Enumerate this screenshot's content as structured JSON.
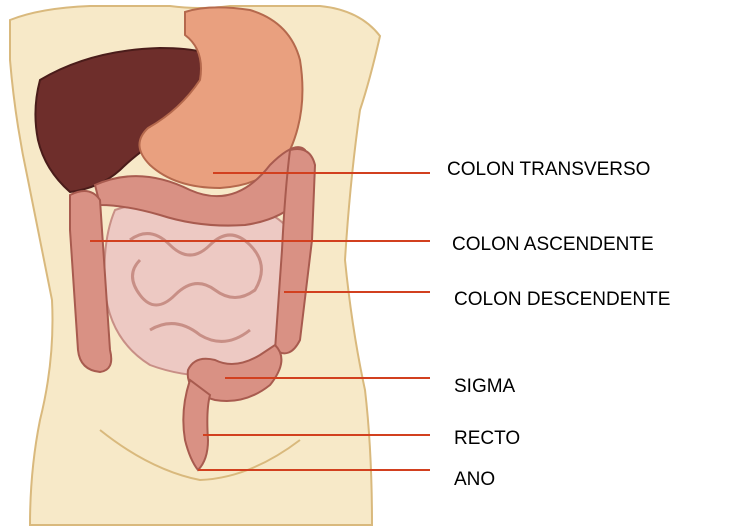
{
  "labels": {
    "colon_transverso": "COLON TRANSVERSO",
    "colon_ascendente": "COLON ASCENDENTE",
    "colon_descendente": "COLON DESCENDENTE",
    "sigma": "SIGMA",
    "recto": "RECTO",
    "ano": "ANO"
  },
  "colors": {
    "leader_line": "#d2401f",
    "skin": "#f7e9c8",
    "skin_outline": "#d9b97d",
    "liver": "#6e2e2b",
    "stomach": "#e9a07f",
    "colon": "#d99184",
    "small_intestine": "#edc9c3",
    "label_text": "#000000"
  }
}
